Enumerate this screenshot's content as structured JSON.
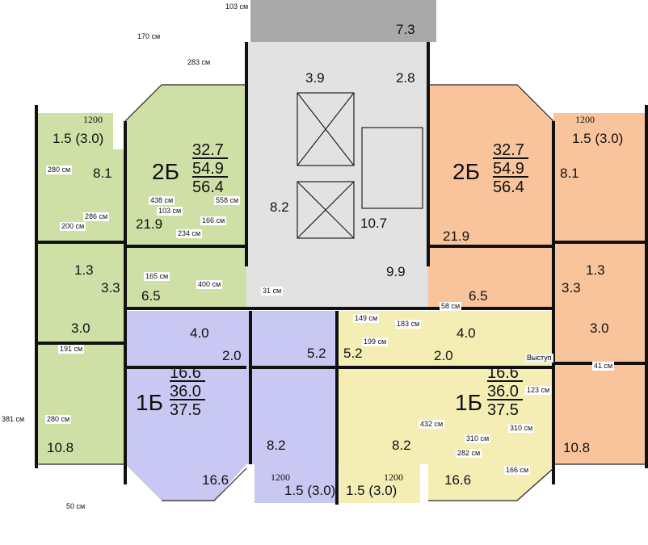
{
  "colors": {
    "green": "#cfe0a6",
    "orange": "#f9c49c",
    "gray": "#e2e2e2",
    "purple": "#c9c8f2",
    "yellow": "#f4eeb4",
    "balcony_dark": "#a9a9a9"
  },
  "apartments": [
    {
      "type": "2Б",
      "living": "32.7",
      "total": "54.9",
      "total_with_balcony": "56.4"
    },
    {
      "type": "2Б",
      "living": "32.7",
      "total": "54.9",
      "total_with_balcony": "56.4"
    },
    {
      "type": "1Б",
      "living": "16.6",
      "total": "36.0",
      "total_with_balcony": "37.5"
    },
    {
      "type": "1Б",
      "living": "16.6",
      "total": "36.0",
      "total_with_balcony": "37.5"
    }
  ],
  "rooms": {
    "stair_balcony": "7.3",
    "lobby_left": "3.9",
    "lobby_right": "2.8",
    "lift_hall": "8.2",
    "stairs": "10.7",
    "corridor": "9.9",
    "balcony_tl": "1.5 (3.0)",
    "balcony_tr": "1.5 (3.0)",
    "kitchen_tl": "8.1",
    "kitchen_tr": "8.1",
    "room_2b_l": "21.9",
    "room_2b_r": "21.9",
    "wc_l": "1.3",
    "wc_r": "1.3",
    "hall_l": "3.3",
    "hall_r": "3.3",
    "corr_l": "6.5",
    "corr_r": "6.5",
    "bath_l": "3.0",
    "bath_r": "3.0",
    "bath_1b_l": "4.0",
    "bath_1b_r": "4.0",
    "hall_1b_l": "2.0",
    "hall_1b_r": "2.0",
    "hall_5_l": "5.2",
    "hall_5_r": "5.2",
    "room_bl": "10.8",
    "room_br": "10.8",
    "kitchen_bl": "8.2",
    "kitchen_br": "8.2",
    "room_1b_l": "16.6",
    "room_1b_r": "16.6",
    "balcony_bl": "1.5 (3.0)",
    "balcony_br": "1.5 (3.0)"
  },
  "window_width": "1200",
  "dimensions": [
    "103 см",
    "170 см",
    "283 см",
    "280 см",
    "286  см",
    "200 см",
    "438 см",
    "103 см",
    "558 см",
    "166 см",
    "234 см",
    "165  см",
    "400 см",
    "31 см",
    "191 см",
    "280 см",
    "381 см",
    "50 см",
    "149 см",
    "183  см",
    "199 см",
    "58  см",
    "41  см",
    "Выступ",
    "123  см",
    "432  см",
    "310  см",
    "310  см",
    "282 см",
    "166 см"
  ]
}
